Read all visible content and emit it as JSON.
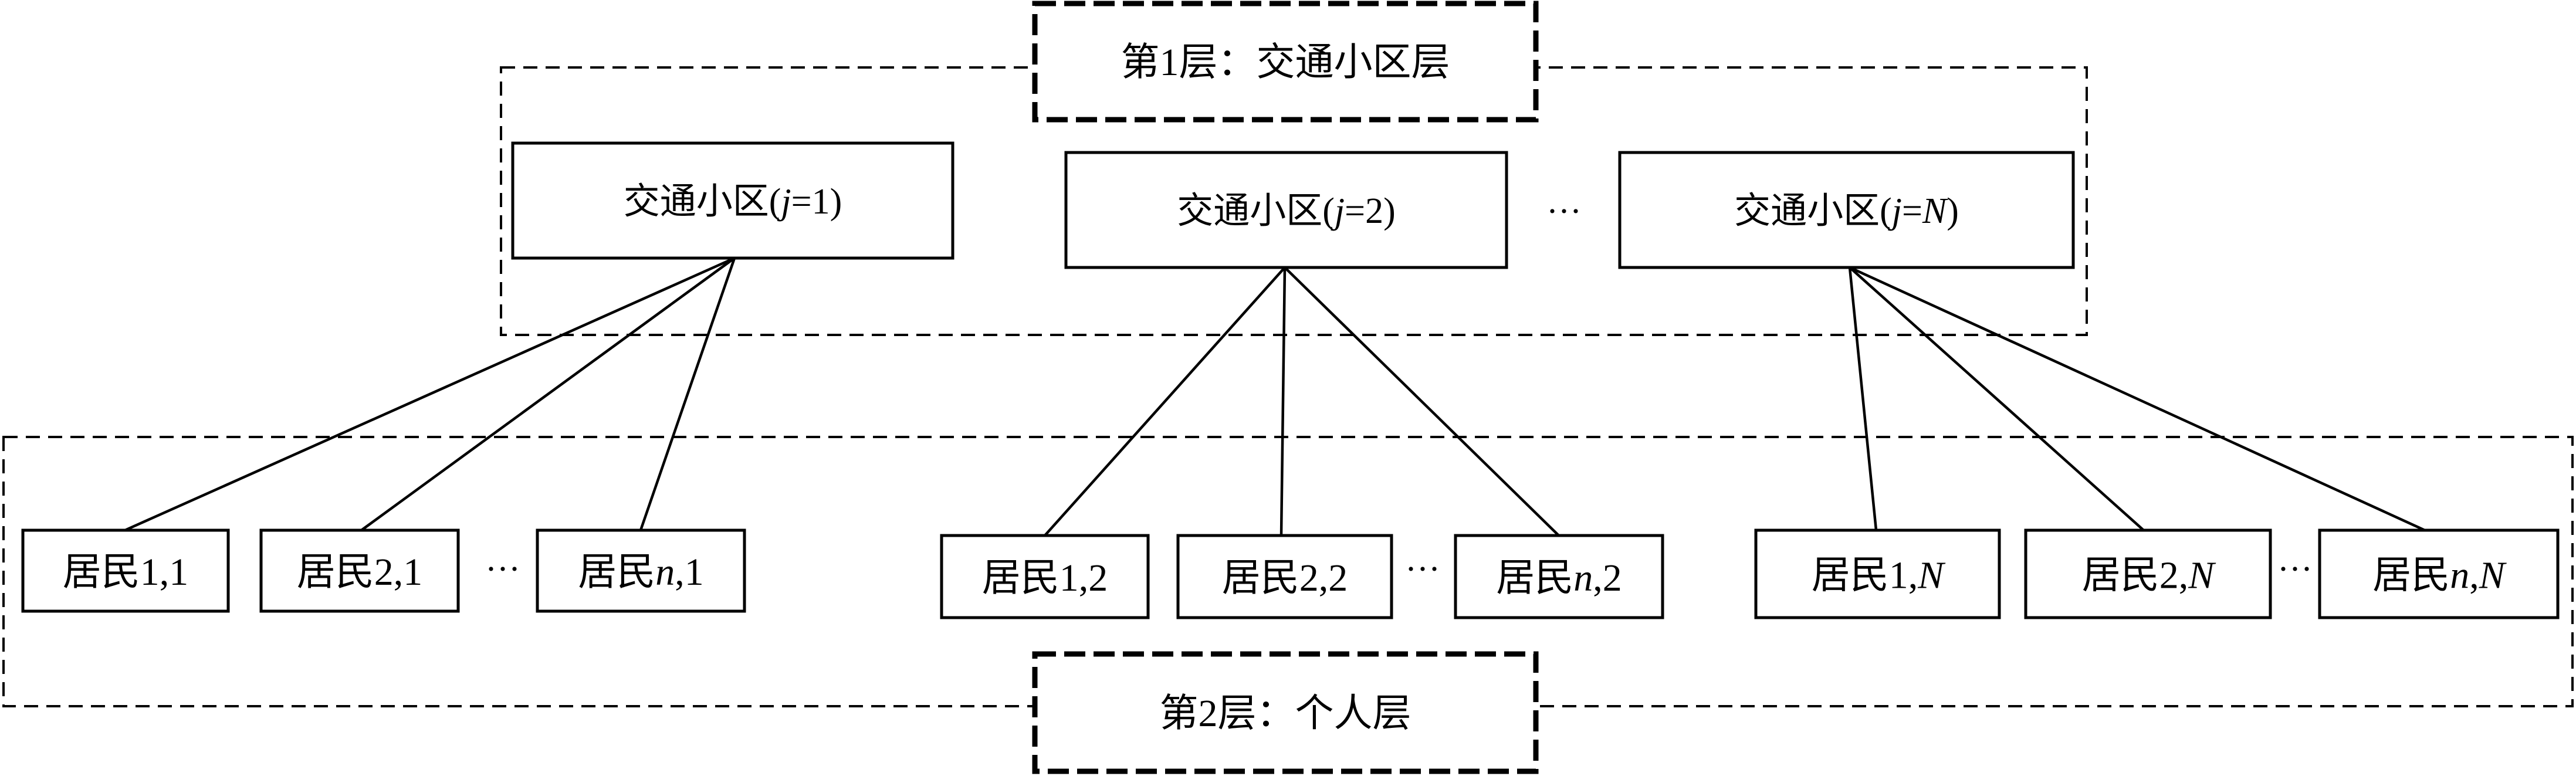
{
  "layers": [
    {
      "label": "第1层：交通小区层"
    },
    {
      "label": "第2层：个人层"
    }
  ],
  "zones": [
    {
      "prefix": "交通小区(",
      "var": "j",
      "eq": "=",
      "value": "1",
      "value_italic": false,
      "suffix": ")"
    },
    {
      "prefix": "交通小区(",
      "var": "j",
      "eq": "=",
      "value": "2",
      "value_italic": false,
      "suffix": ")"
    },
    {
      "prefix": "交通小区(",
      "var": "j",
      "eq": "=",
      "value": "N",
      "value_italic": true,
      "suffix": ")"
    }
  ],
  "zone_ellipsis": "···",
  "residents": [
    [
      {
        "prefix": "居民",
        "idx": "1",
        "idx_italic": false,
        "sep": ",",
        "zone": "1",
        "zone_italic": false
      },
      {
        "prefix": "居民",
        "idx": "2",
        "idx_italic": false,
        "sep": ",",
        "zone": "1",
        "zone_italic": false
      },
      {
        "prefix": "居民",
        "idx": "n",
        "idx_italic": true,
        "sep": ",",
        "zone": "1",
        "zone_italic": false
      }
    ],
    [
      {
        "prefix": "居民",
        "idx": "1",
        "idx_italic": false,
        "sep": ",",
        "zone": "2",
        "zone_italic": false
      },
      {
        "prefix": "居民",
        "idx": "2",
        "idx_italic": false,
        "sep": ",",
        "zone": "2",
        "zone_italic": false
      },
      {
        "prefix": "居民",
        "idx": "n",
        "idx_italic": true,
        "sep": ",",
        "zone": "2",
        "zone_italic": false
      }
    ],
    [
      {
        "prefix": "居民",
        "idx": "1",
        "idx_italic": false,
        "sep": ",",
        "zone": "N",
        "zone_italic": true
      },
      {
        "prefix": "居民",
        "idx": "2",
        "idx_italic": false,
        "sep": ",",
        "zone": "N",
        "zone_italic": true
      },
      {
        "prefix": "居民",
        "idx": "n",
        "idx_italic": true,
        "sep": ",",
        "zone": "N",
        "zone_italic": true
      }
    ]
  ],
  "resident_ellipsis": "···"
}
